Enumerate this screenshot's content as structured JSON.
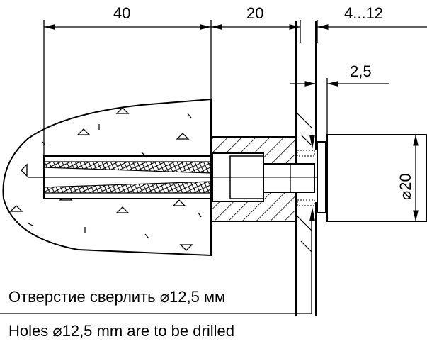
{
  "dimensions": {
    "depth_anchor": "40",
    "depth_sleeve": "20",
    "glass_thickness": "4...12",
    "gap": "2,5",
    "cap_diameter": "⌀20"
  },
  "notes": {
    "russian": "Отверстие сверлить ⌀12,5 мм",
    "english": "Holes ⌀12,5 mm are to be drilled"
  }
}
